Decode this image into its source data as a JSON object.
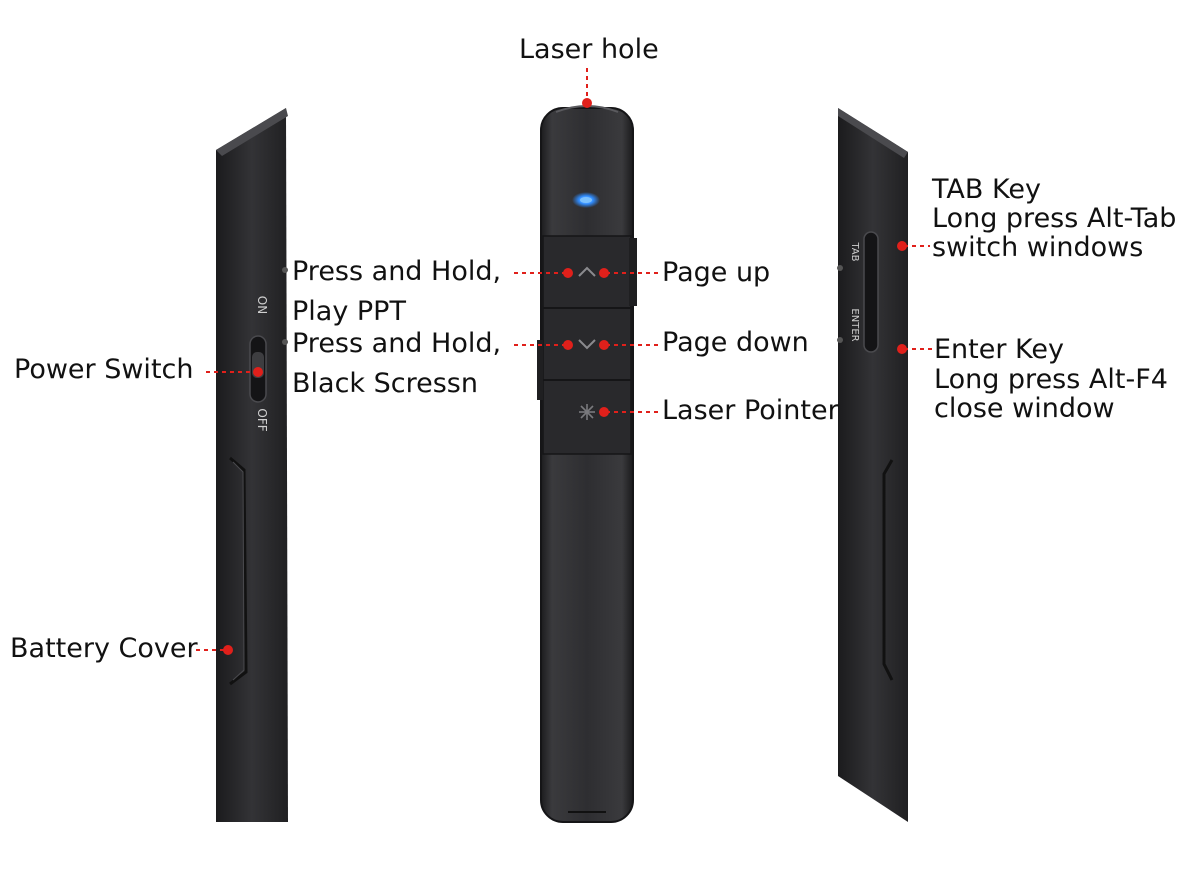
{
  "callouts": {
    "laser_hole": "Laser hole",
    "power_switch": "Power Switch",
    "battery_cover": "Battery Cover",
    "up_hold_line1": "Press and Hold,",
    "up_hold_line2": "Play PPT",
    "down_hold_line1": "Press and Hold,",
    "down_hold_line2": "Black Scressn",
    "page_up": "Page up",
    "page_down": "Page down",
    "laser_pointer": "Laser Pointer",
    "tab_key_line1": "TAB Key",
    "tab_key_line2": "Long press Alt-Tab",
    "tab_key_line3": "switch windows",
    "enter_key_line1": "Enter Key",
    "enter_key_line2": "Long press Alt-F4",
    "enter_key_line3": "close window"
  },
  "device_markings": {
    "on": "ON",
    "off": "OFF",
    "tab": "TAB",
    "enter": "ENTER"
  },
  "colors": {
    "callout_red": "#e0201b",
    "device_body": "#2c2c2e",
    "indicator_blue": "#2f8cff"
  }
}
